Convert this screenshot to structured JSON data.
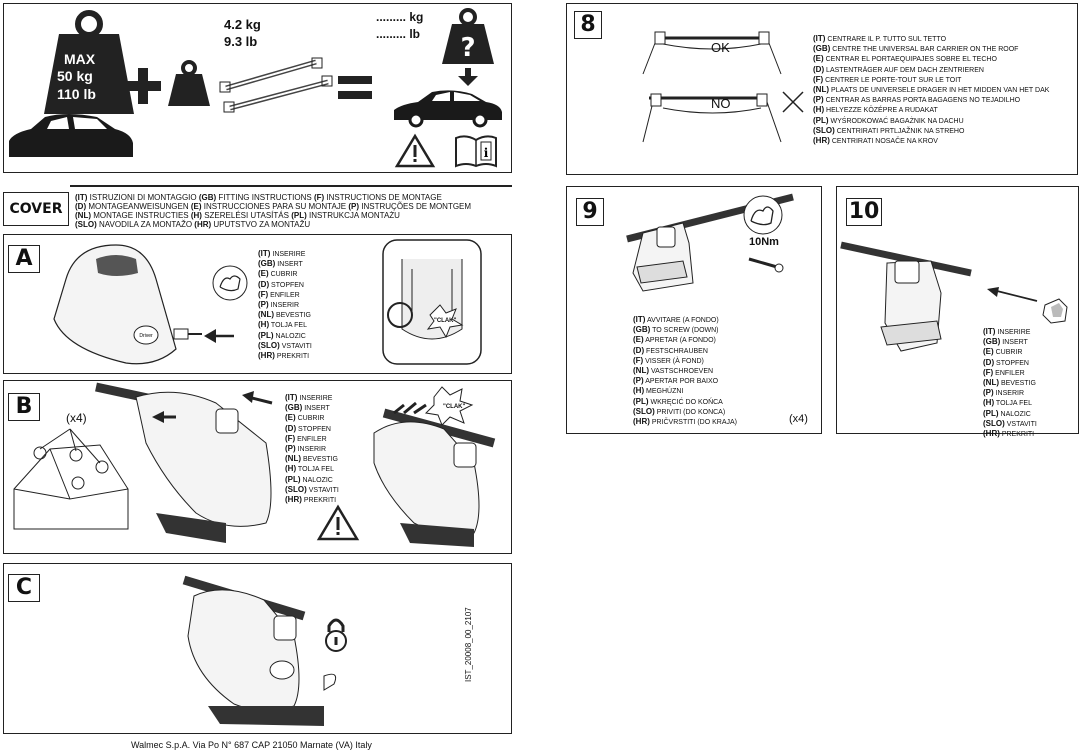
{
  "header": {
    "max_label": "MAX",
    "max_kg": "50 kg",
    "max_lb": "110 lb",
    "bars_kg": "4.2 kg",
    "bars_lb": "9.3 lb",
    "load_kg": "......... kg",
    "load_lb": "......... lb"
  },
  "cover": {
    "label": "COVER",
    "lines": [
      [
        "(IT)",
        " ISTRUZIONI DI MONTAGGIO ",
        "(GB)",
        " FITTING INSTRUCTIONS ",
        "(F)",
        " INSTRUCTIONS DE MONTAGE"
      ],
      [
        "(D)",
        " MONTAGEANWEISUNGEN ",
        "(E)",
        " INSTRUCCIONES PARA SU MONTAJE ",
        "(P)",
        " INSTRUÇÕES DE MONTGEM"
      ],
      [
        "(NL)",
        " MONTAGE INSTRUCTIES  ",
        "(H)",
        " SZERELÉSI UTASÍTÁS ",
        "(PL)",
        " INSTRUKCJA MONTAŻU"
      ],
      [
        "(SLO)",
        " NAVODILA ZA MONTAŽO ",
        "(HR)",
        " UPUTSTVO ZA MONTAŽU",
        "",
        ""
      ]
    ]
  },
  "step_a": {
    "label": "A",
    "clak": "\"CLAK\"",
    "texts": [
      {
        "code": "(IT)",
        "text": "INSERIRE"
      },
      {
        "code": "(GB)",
        "text": "INSERT"
      },
      {
        "code": "(E)",
        "text": "CUBRIR"
      },
      {
        "code": "(D)",
        "text": "STOPFEN"
      },
      {
        "code": "(F)",
        "text": "ENFILER"
      },
      {
        "code": "(P)",
        "text": "INSERIR"
      },
      {
        "code": "(NL)",
        "text": "BEVESTIG"
      },
      {
        "code": "(H)",
        "text": "TOLJA  FEL"
      },
      {
        "code": "(PL)",
        "text": "NALOZIC"
      },
      {
        "code": "(SLO)",
        "text": "VSTAVITI"
      },
      {
        "code": "(HR)",
        "text": "PREKRITI"
      }
    ]
  },
  "step_b": {
    "label": "B",
    "count": "(x4)",
    "clak": "\"CLAK\"",
    "texts": [
      {
        "code": "(IT)",
        "text": "INSERIRE"
      },
      {
        "code": "(GB)",
        "text": "INSERT"
      },
      {
        "code": "(E)",
        "text": "CUBRIR"
      },
      {
        "code": "(D)",
        "text": "STOPFEN"
      },
      {
        "code": "(F)",
        "text": "ENFILER"
      },
      {
        "code": "(P)",
        "text": "INSERIR"
      },
      {
        "code": "(NL)",
        "text": "BEVESTIG"
      },
      {
        "code": "(H)",
        "text": "TOLJA  FEL"
      },
      {
        "code": "(PL)",
        "text": "NALOZIC"
      },
      {
        "code": "(SLO)",
        "text": "VSTAVITI"
      },
      {
        "code": "(HR)",
        "text": "PREKRITI"
      }
    ]
  },
  "step_c": {
    "label": "C",
    "doc_code": "IST_20008_00_2107"
  },
  "step_8": {
    "label": "8",
    "ok": "OK",
    "no": "NO",
    "texts": [
      {
        "code": "(IT)",
        "text": "CENTRARE IL P. TUTTO SUL TETTO"
      },
      {
        "code": "(GB)",
        "text": "CENTRE THE UNIVERSAL BAR CARRIER ON THE ROOF"
      },
      {
        "code": "(E)",
        "text": "CENTRAR EL PORTAEQUIPAJES SOBRE EL TECHO"
      },
      {
        "code": "(D)",
        "text": "LASTENTRÄGER AUF DEM DACH ZENTRIEREN"
      },
      {
        "code": "(F)",
        "text": "CENTRER LE PORTE-TOUT SUR LE TOIT"
      },
      {
        "code": "(NL)",
        "text": "PLAATS DE UNIVERSELE DRAGER IN HET MIDDEN VAN HET DAK"
      },
      {
        "code": "(P)",
        "text": "CENTRAR AS BARRAS PORTA BAGAGENS NO TEJADILHO"
      },
      {
        "code": "(H)",
        "text": "HELYEZZE KÖZÉPRE A RUDAKAT"
      },
      {
        "code": "(PL)",
        "text": "WYŚRODKOWAĆ BAGAŻNIK NA DACHU"
      },
      {
        "code": "(SLO)",
        "text": "CENTRIRATI PRTLJAŽNIK NA STREHO"
      },
      {
        "code": "(HR)",
        "text": "CENTRIRATI NOSAČE NA KROV"
      }
    ]
  },
  "step_9": {
    "label": "9",
    "torque": "10Nm",
    "count": "(x4)",
    "texts": [
      {
        "code": "(IT)",
        "text": "AVVITARE (A FONDO)"
      },
      {
        "code": "(GB)",
        "text": "TO SCREW (DOWN)"
      },
      {
        "code": "(E)",
        "text": "APRETAR (A FONDO)"
      },
      {
        "code": "(D)",
        "text": "FESTSCHRAUBEN"
      },
      {
        "code": "(F)",
        "text": "VISSER (À FOND)"
      },
      {
        "code": "(NL)",
        "text": "VASTSCHROEVEN"
      },
      {
        "code": "(P)",
        "text": "APERTAR POR BAIXO"
      },
      {
        "code": "(H)",
        "text": "MEGHÚZNI"
      },
      {
        "code": "(PL)",
        "text": "WKRĘCIĆ DO KOŃCA"
      },
      {
        "code": "(SLO)",
        "text": "PRIVITI (DO KONCA)"
      },
      {
        "code": "(HR)",
        "text": "PRIČVRSTITI (DO KRAJA)"
      }
    ]
  },
  "step_10": {
    "label": "10",
    "texts": [
      {
        "code": "(IT)",
        "text": "INSERIRE"
      },
      {
        "code": "(GB)",
        "text": "INSERT"
      },
      {
        "code": "(E)",
        "text": "CUBRIR"
      },
      {
        "code": "(D)",
        "text": "STOPFEN"
      },
      {
        "code": "(F)",
        "text": "ENFILER"
      },
      {
        "code": "(NL)",
        "text": "BEVESTIG"
      },
      {
        "code": "(P)",
        "text": "INSERIR"
      },
      {
        "code": "(H)",
        "text": "TOLJA  FEL"
      },
      {
        "code": "(PL)",
        "text": "NALOZIC"
      },
      {
        "code": "(SLO)",
        "text": "VSTAVITI"
      },
      {
        "code": "(HR)",
        "text": "PREKRITI"
      }
    ]
  },
  "footer": {
    "address": "Walmec S.p.A. Via Po N° 687 CAP 21050 Marnate (VA) Italy"
  }
}
